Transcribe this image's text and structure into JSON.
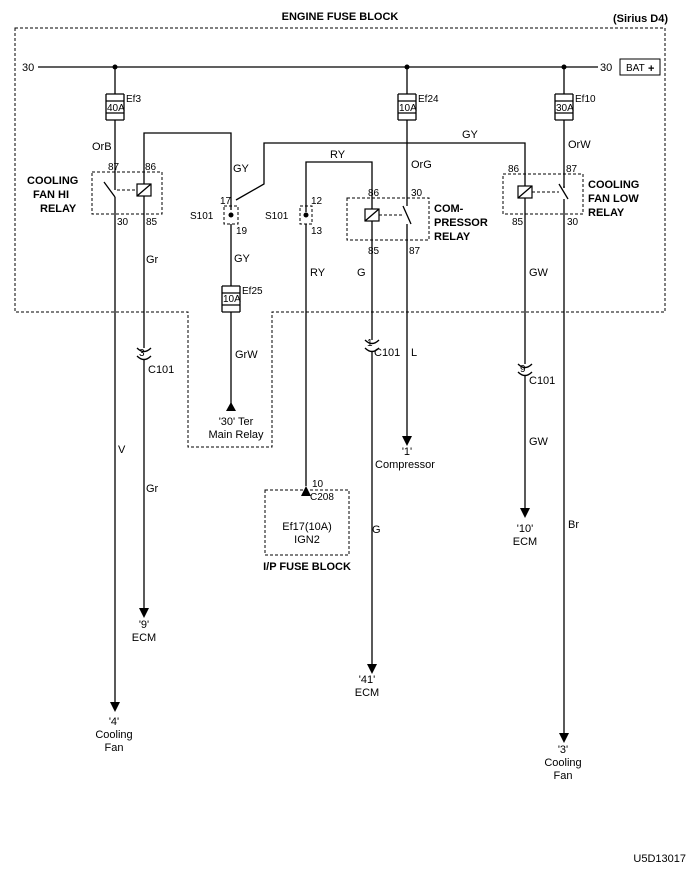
{
  "title": "ENGINE FUSE BLOCK",
  "model": "(Sirius D4)",
  "diagram_code": "U5D13017",
  "bus": {
    "left": "30",
    "right": "30",
    "battery": "BAT"
  },
  "fuses": {
    "ef3": {
      "name": "Ef3",
      "rating": "40A"
    },
    "ef24": {
      "name": "Ef24",
      "rating": "10A"
    },
    "ef10": {
      "name": "Ef10",
      "rating": "30A"
    },
    "ef25": {
      "name": "Ef25",
      "rating": "10A"
    }
  },
  "relays": {
    "hi": {
      "name": [
        "COOLING",
        "FAN HI",
        "RELAY"
      ],
      "pins": [
        "87",
        "86",
        "30",
        "85"
      ]
    },
    "comp": {
      "name": [
        "COM-",
        "PRESSOR",
        "RELAY"
      ],
      "pins": [
        "86",
        "30",
        "85",
        "87"
      ]
    },
    "low": {
      "name": [
        "COOLING",
        "FAN LOW",
        "RELAY"
      ],
      "pins": [
        "86",
        "87",
        "85",
        "30"
      ]
    }
  },
  "splices": {
    "left": {
      "name": "S101",
      "pins": [
        "17",
        "19"
      ]
    },
    "right": {
      "name": "S101",
      "pins": [
        "12",
        "13"
      ]
    }
  },
  "wires": {
    "orb": "OrB",
    "gy_upper": "GY",
    "gy_top": "GY",
    "ry": "RY",
    "org": "OrG",
    "orw": "OrW",
    "gr": "Gr",
    "gy_mid": "GY",
    "ry_low": "RY",
    "g": "G",
    "gw": "GW",
    "grw": "GrW",
    "l": "L",
    "gw_low": "GW",
    "v": "V",
    "gr_low": "Gr",
    "g_low": "G",
    "br": "Br"
  },
  "connectors": {
    "c101_3": {
      "pin": "3",
      "name": "C101"
    },
    "c101_1": {
      "pin": "1",
      "name": "C101"
    },
    "c101_9": {
      "pin": "9",
      "name": "C101"
    },
    "c208": {
      "pin": "10",
      "name": "C208"
    }
  },
  "destinations": {
    "ter": [
      "'30' Ter",
      "Main Relay"
    ],
    "compressor": [
      "'1'",
      "Compressor"
    ],
    "ecm10": [
      "'10'",
      "ECM"
    ],
    "ecm9": [
      "'9'",
      "ECM"
    ],
    "ecm41": [
      "'41'",
      "ECM"
    ],
    "fan4": [
      "'4'",
      "Cooling",
      "Fan"
    ],
    "fan3": [
      "'3'",
      "Cooling",
      "Fan"
    ]
  },
  "ip_fuse": {
    "fuse": "Ef17(10A)",
    "circuit": "IGN2",
    "block": "I/P FUSE BLOCK"
  }
}
